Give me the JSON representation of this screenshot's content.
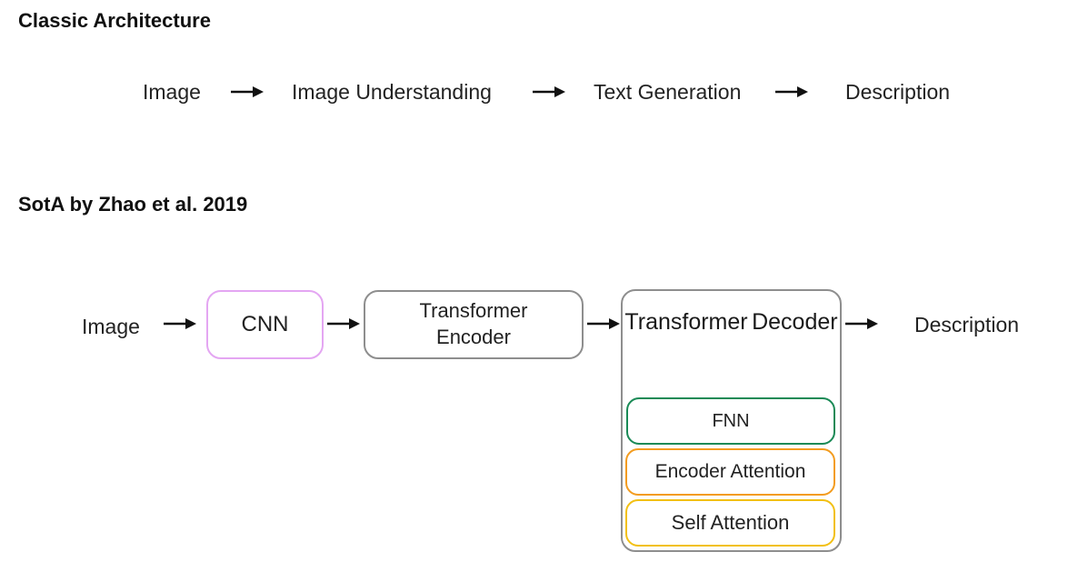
{
  "classic": {
    "heading": "Classic Architecture",
    "steps": [
      "Image",
      "Image Understanding",
      "Text Generation",
      "Description"
    ]
  },
  "sota": {
    "heading": "SotA by Zhao et al. 2019",
    "input": "Image",
    "cnn": "CNN",
    "encoder": [
      "Transformer",
      "Encoder"
    ],
    "decoder": {
      "title": [
        "Transformer",
        "Decoder"
      ],
      "layers": {
        "fnn": "FNN",
        "encoder_attention": "Encoder Attention",
        "self_attention": "Self Attention"
      }
    },
    "output": "Description"
  },
  "colors": {
    "cnn_border": "#e4a6f2",
    "box_border": "#8e8e8e",
    "fnn_border": "#1a8a56",
    "encoder_attention_border": "#f39c1f",
    "self_attention_border": "#f2c014",
    "arrow": "#111111"
  }
}
